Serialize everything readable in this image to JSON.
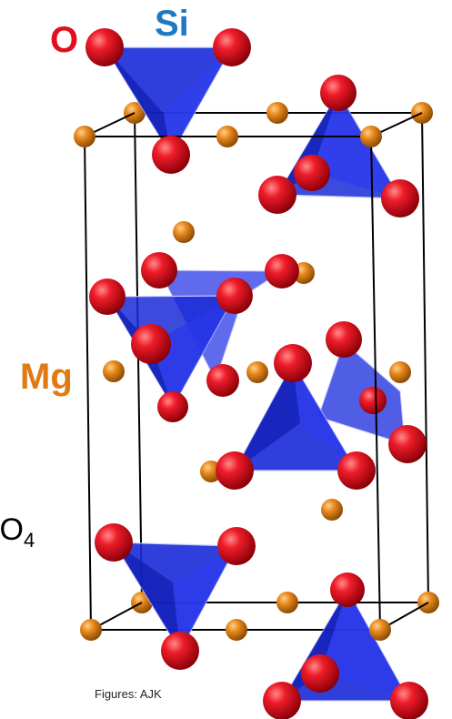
{
  "labels": {
    "oxygen": "O",
    "silicon": "Si",
    "magnesium": "Mg",
    "formula_main": "iO",
    "formula_sub": "4",
    "credit": "Figures: AJK"
  },
  "colors": {
    "oxygen": "#e01020",
    "silicon": "#1f7ac4",
    "magnesium": "#e07a12",
    "tetrahedron": "#1a2ad8",
    "cell_edge": "#000000"
  },
  "atoms": {
    "oxygen": "red-sphere",
    "magnesium": "orange-sphere",
    "silicon_tetrahedron": "blue-tetrahedron"
  }
}
